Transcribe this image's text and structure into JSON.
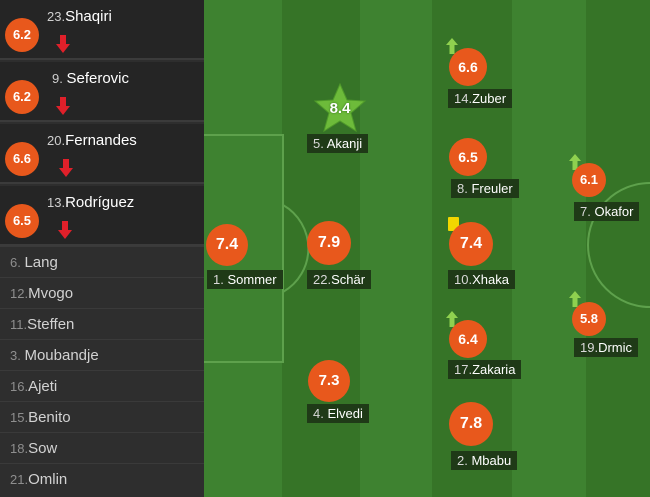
{
  "substitutes_in": [
    {
      "number": "23.",
      "name": "Shaqiri",
      "rating": "6.2"
    },
    {
      "number": "9.",
      "name": "Seferovic",
      "rating": "6.2"
    },
    {
      "number": "20.",
      "name": "Fernandes",
      "rating": "6.6"
    },
    {
      "number": "13.",
      "name": "Rodríguez",
      "rating": "6.5"
    }
  ],
  "bench": [
    {
      "number": "6.",
      "name": "Lang"
    },
    {
      "number": "12.",
      "name": "Mvogo"
    },
    {
      "number": "11.",
      "name": "Steffen"
    },
    {
      "number": "3.",
      "name": "Moubandje"
    },
    {
      "number": "16.",
      "name": "Ajeti"
    },
    {
      "number": "15.",
      "name": "Benito"
    },
    {
      "number": "18.",
      "name": "Sow"
    },
    {
      "number": "21.",
      "name": "Omlin"
    }
  ],
  "lineup": [
    {
      "key": "sommer",
      "number": "1.",
      "name": "Sommer",
      "rating": "7.4"
    },
    {
      "key": "schar",
      "number": "22.",
      "name": "Schär",
      "rating": "7.9"
    },
    {
      "key": "akanji",
      "number": "5.",
      "name": "Akanji",
      "rating": "8.4"
    },
    {
      "key": "elvedi",
      "number": "4.",
      "name": "Elvedi",
      "rating": "7.3"
    },
    {
      "key": "zuber",
      "number": "14.",
      "name": "Zuber",
      "rating": "6.6"
    },
    {
      "key": "freuler",
      "number": "8.",
      "name": "Freuler",
      "rating": "6.5"
    },
    {
      "key": "xhaka",
      "number": "10.",
      "name": "Xhaka",
      "rating": "7.4"
    },
    {
      "key": "zakaria",
      "number": "17.",
      "name": "Zakaria",
      "rating": "6.4"
    },
    {
      "key": "mbabu",
      "number": "2.",
      "name": "Mbabu",
      "rating": "7.8"
    },
    {
      "key": "okafor",
      "number": "7.",
      "name": "Okafor",
      "rating": "6.1"
    },
    {
      "key": "drmic",
      "number": "19.",
      "name": "Drmic",
      "rating": "5.8"
    }
  ],
  "colors": {
    "rating_badge": "#e8581c",
    "motm_star": "#6dbb3a",
    "sub_off_arrow": "#e0202a",
    "sub_on_arrow": "#8fd14f",
    "yellow_card": "#f2d600",
    "pitch_light": "#3f8530",
    "pitch_dark": "#377528"
  },
  "icons": [
    "sub-off-arrow-icon",
    "sub-on-arrow-icon",
    "motm-star-icon",
    "yellow-card-icon"
  ]
}
